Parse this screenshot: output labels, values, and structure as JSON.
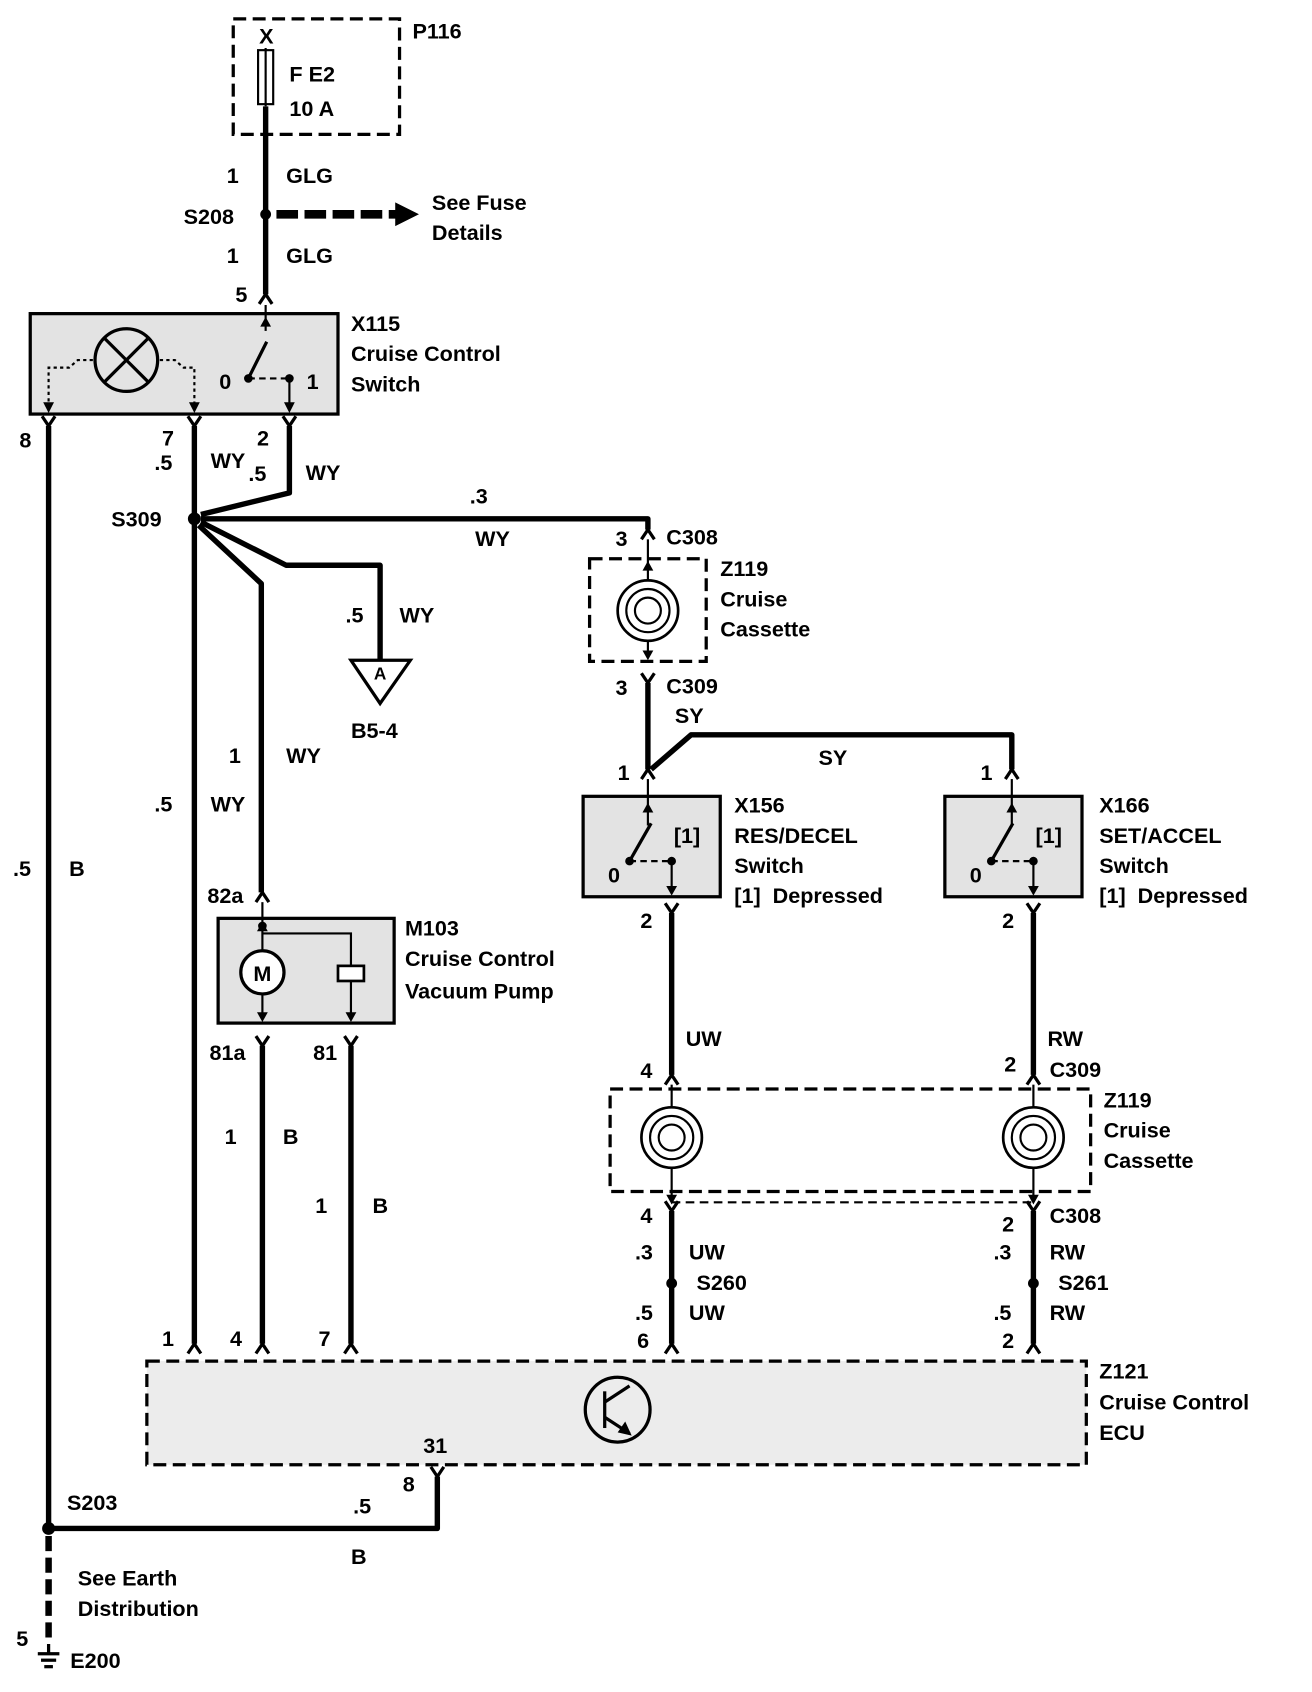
{
  "colors": {
    "wire": "#000000",
    "shade": "#e3e3e3",
    "background": "#ffffff"
  },
  "fuse": {
    "box_id": "P116",
    "terminal": "X",
    "name": "F E2",
    "rating": "10 A"
  },
  "feed": {
    "top_size": "1",
    "top_color": "GLG",
    "bottom_size": "1",
    "bottom_color": "GLG",
    "pin": "5"
  },
  "s208": {
    "id": "S208",
    "note": [
      "See Fuse",
      "Details"
    ]
  },
  "x115": {
    "id": "X115",
    "name": [
      "Cruise Control",
      "Switch"
    ],
    "pos_off": "0",
    "pos_on": "1",
    "pin8": "8",
    "pin7": "7",
    "pin2": "2",
    "pin7_size": ".5",
    "pin7_color": "WY",
    "pin2_size": ".5",
    "pin2_color": "WY"
  },
  "s309": {
    "id": "S309"
  },
  "run_c308": {
    "size": ".3",
    "color": "WY",
    "pin": "3",
    "connector": "C308"
  },
  "z119_upper": {
    "id": "Z119",
    "name": [
      "Cruise",
      "Cassette"
    ],
    "pin_out": "3",
    "connector_out": "C309",
    "wire_color": "SY"
  },
  "run_a": {
    "size": ".5",
    "color": "WY",
    "ref": "A",
    "page": "B5-4"
  },
  "run_m103": {
    "size": "1",
    "color": "WY"
  },
  "run_ecu_pin1": {
    "size": ".5",
    "color": "WY"
  },
  "run_sy_branch": {
    "color": "SY"
  },
  "run_earth_left": {
    "size": ".5",
    "color": "B"
  },
  "x156": {
    "pin_in": "1",
    "id": "X156",
    "name": [
      "RES/DECEL",
      "Switch",
      "[1]  Depressed"
    ],
    "marker": "[1]",
    "pos_off": "0",
    "pin_out": "2",
    "wire_color": "UW"
  },
  "x166": {
    "pin_in": "1",
    "id": "X166",
    "name": [
      "SET/ACCEL",
      "Switch",
      "[1]  Depressed"
    ],
    "marker": "[1]",
    "pos_off": "0",
    "pin_out": "2",
    "wire_color": "RW"
  },
  "m103": {
    "pin_in": "82a",
    "id": "M103",
    "name": [
      "Cruise Control",
      "Vacuum Pump"
    ],
    "motor": "M",
    "pin_a": "81a",
    "pin_b": "81",
    "wire_a_size": "1",
    "wire_a_color": "B",
    "wire_b_size": "1",
    "wire_b_color": "B"
  },
  "z119_lower": {
    "pin_left_in": "4",
    "pin_right_in": "2",
    "connector_in": "C309",
    "id": "Z119",
    "name": [
      "Cruise",
      "Cassette"
    ],
    "pin_left_out": "4",
    "pin_right_out": "2",
    "connector_out": "C308"
  },
  "s260": {
    "id": "S260",
    "size_in": ".3",
    "color_in": "UW",
    "size_out": ".5",
    "color_out": "UW"
  },
  "s261": {
    "id": "S261",
    "size_in": ".3",
    "color_in": "RW",
    "size_out": ".5",
    "color_out": "RW"
  },
  "z121": {
    "id": "Z121",
    "name": [
      "Cruise Control",
      "ECU"
    ],
    "pin1": "1",
    "pin4": "4",
    "pin7": "7",
    "pin6": "6",
    "pin2": "2",
    "pin_earth_internal": "31",
    "pin_earth": "8"
  },
  "s203": {
    "id": "S203",
    "size": ".5",
    "color": "B",
    "note": [
      "See Earth",
      "Distribution"
    ]
  },
  "e200": {
    "id": "E200",
    "pin": "5"
  }
}
